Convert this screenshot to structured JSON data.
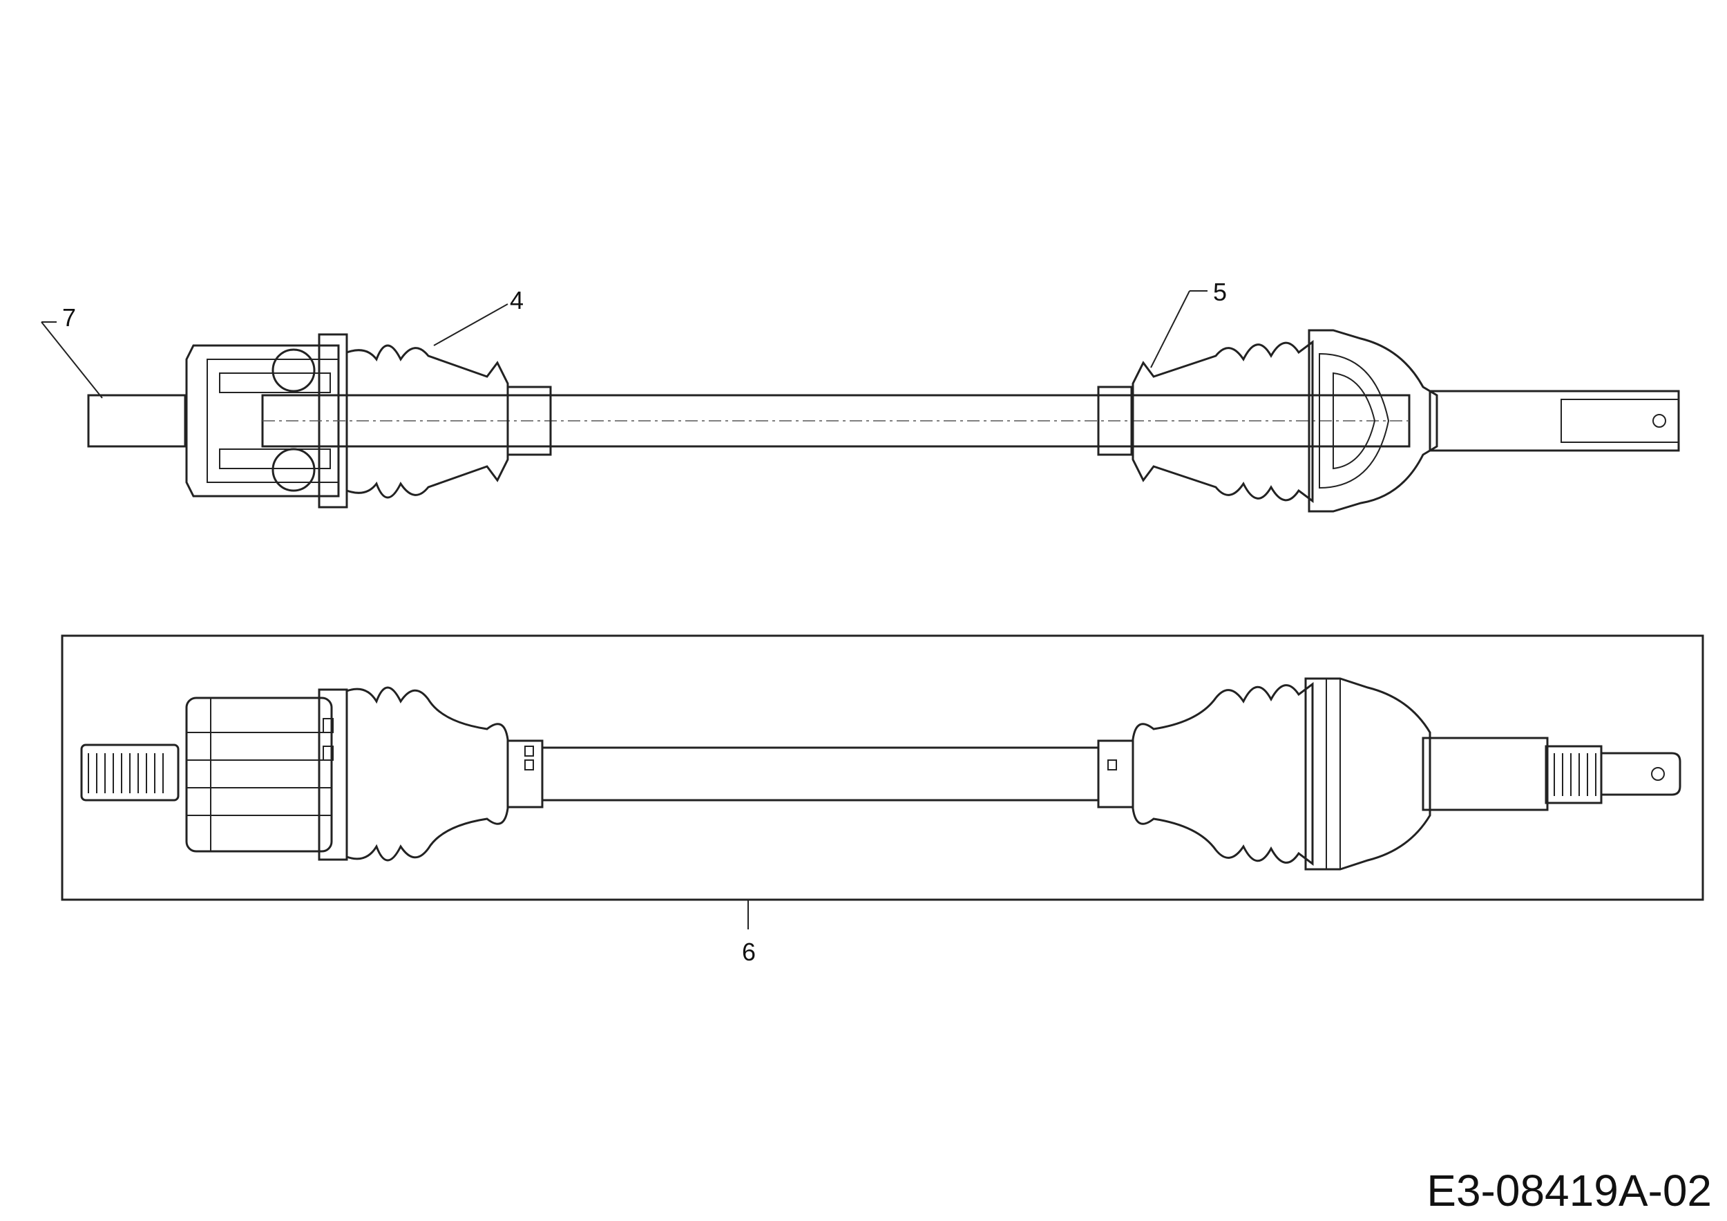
{
  "drawing": {
    "code": "E3-08419A-02"
  },
  "callouts": {
    "c4": "4",
    "c5": "5",
    "c6": "6",
    "c7": "7"
  }
}
